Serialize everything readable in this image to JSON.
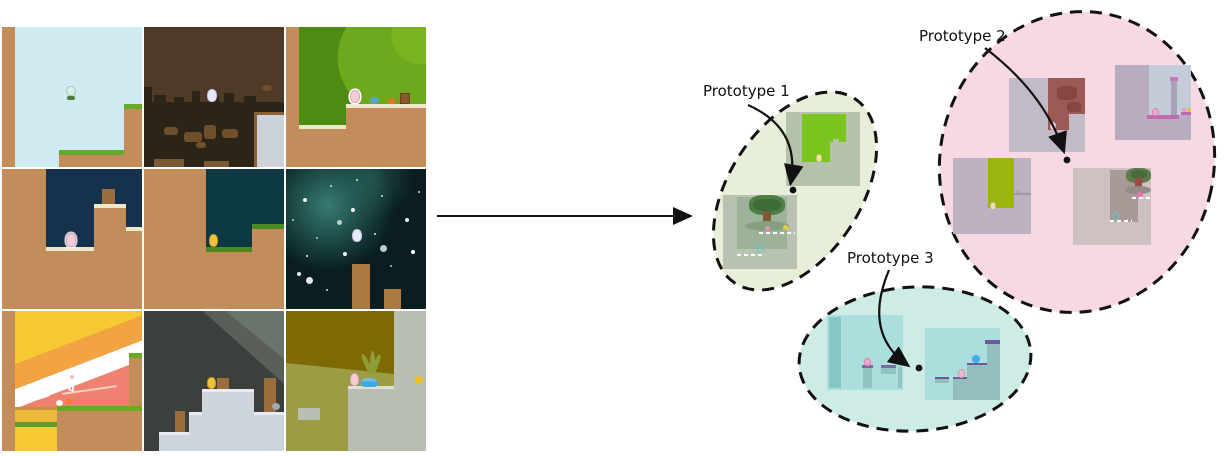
{
  "figure": {
    "prototypes": [
      {
        "label": "Prototype 1",
        "fill": "#e7efd8"
      },
      {
        "label": "Prototype 2",
        "fill": "#f8d8e3"
      },
      {
        "label": "Prototype 3",
        "fill": "#cdebe7"
      }
    ]
  }
}
